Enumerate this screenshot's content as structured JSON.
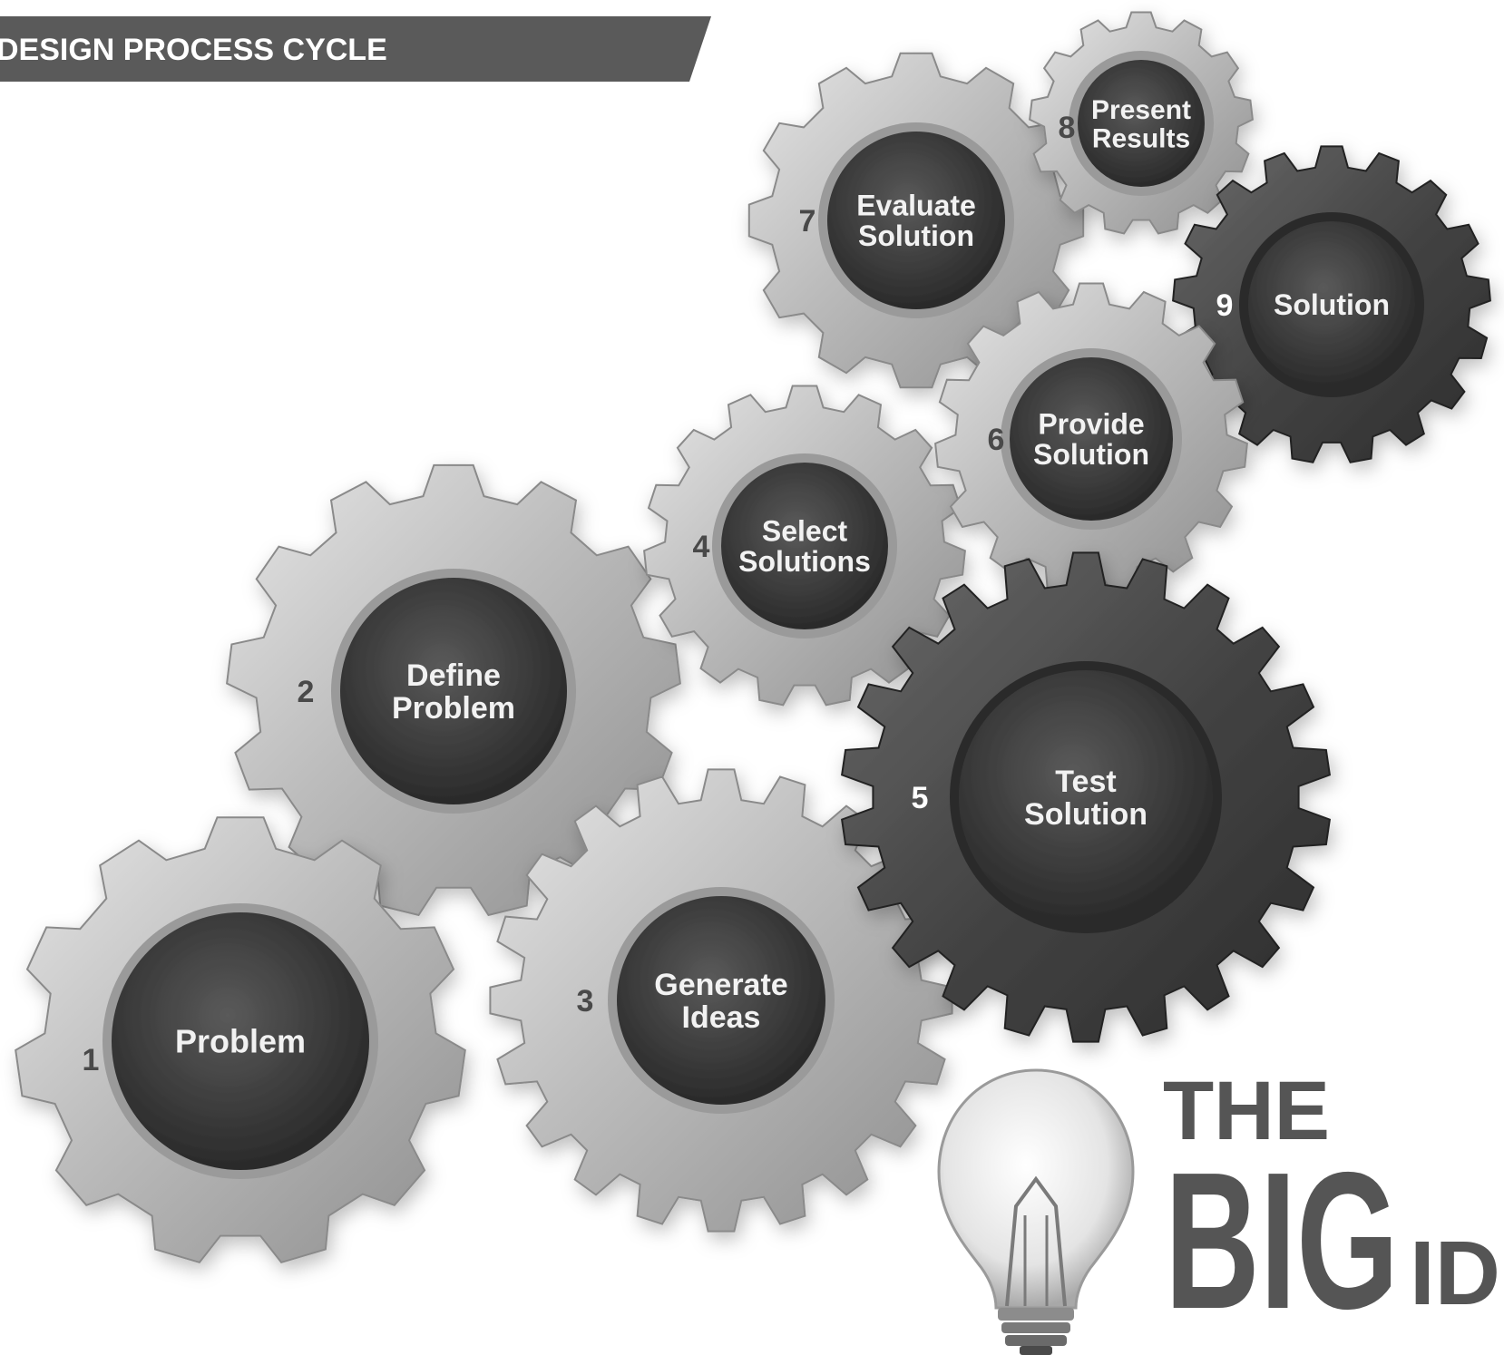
{
  "banner": {
    "title": "DESIGN PROCESS CYCLE"
  },
  "steps": [
    {
      "number": "1",
      "lines": [
        "Problem"
      ],
      "shade": "light"
    },
    {
      "number": "2",
      "lines": [
        "Define",
        "Problem"
      ],
      "shade": "light"
    },
    {
      "number": "3",
      "lines": [
        "Generate",
        "Ideas"
      ],
      "shade": "light"
    },
    {
      "number": "4",
      "lines": [
        "Select",
        "Solutions"
      ],
      "shade": "light"
    },
    {
      "number": "5",
      "lines": [
        "Test",
        "Solution"
      ],
      "shade": "dark"
    },
    {
      "number": "6",
      "lines": [
        "Provide",
        "Solution"
      ],
      "shade": "light"
    },
    {
      "number": "7",
      "lines": [
        "Evaluate",
        "Solution"
      ],
      "shade": "light"
    },
    {
      "number": "8",
      "lines": [
        "Present",
        "Results"
      ],
      "shade": "light"
    },
    {
      "number": "9",
      "lines": [
        "Solution"
      ],
      "shade": "dark"
    }
  ],
  "logo": {
    "line1": "THE",
    "line2": "BIG",
    "line3": "ID"
  },
  "colors": {
    "banner": "#5a5a5a",
    "gear_light": "#b8b8b8",
    "gear_dark": "#3c3c3c",
    "hub": "#3a3a3a",
    "logo_text": "#555555"
  }
}
